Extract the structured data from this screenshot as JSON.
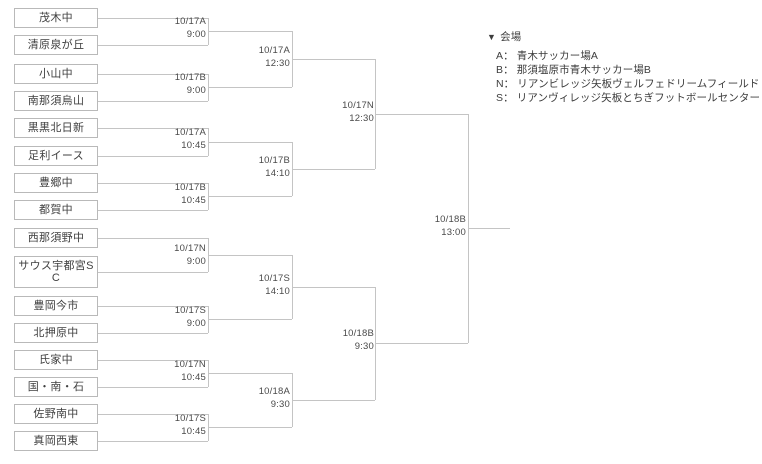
{
  "bracket": {
    "type": "single-elimination",
    "teams": [
      {
        "name": "茂木中"
      },
      {
        "name": "清原泉が丘"
      },
      {
        "name": "小山中"
      },
      {
        "name": "南那須烏山"
      },
      {
        "name": "黒黒北日新"
      },
      {
        "name": "足利イース"
      },
      {
        "name": "豊郷中"
      },
      {
        "name": "都賀中"
      },
      {
        "name": "西那須野中"
      },
      {
        "name": "サウス宇都宮SC"
      },
      {
        "name": "豊岡今市"
      },
      {
        "name": "北押原中"
      },
      {
        "name": "氏家中"
      },
      {
        "name": "国・南・石"
      },
      {
        "name": "佐野南中"
      },
      {
        "name": "真岡西東"
      }
    ],
    "round1": [
      {
        "date": "10/17A",
        "time": "9:00"
      },
      {
        "date": "10/17B",
        "time": "9:00"
      },
      {
        "date": "10/17A",
        "time": "10:45"
      },
      {
        "date": "10/17B",
        "time": "10:45"
      },
      {
        "date": "10/17N",
        "time": "9:00"
      },
      {
        "date": "10/17S",
        "time": "9:00"
      },
      {
        "date": "10/17N",
        "time": "10:45"
      },
      {
        "date": "10/17S",
        "time": "10:45"
      }
    ],
    "round2": [
      {
        "date": "10/17A",
        "time": "12:30"
      },
      {
        "date": "10/17B",
        "time": "14:10"
      },
      {
        "date": "10/17S",
        "time": "14:10"
      },
      {
        "date": "10/18A",
        "time": "9:30"
      }
    ],
    "round3": [
      {
        "date": "10/17N",
        "time": "12:30"
      },
      {
        "date": "10/18B",
        "time": "9:30"
      }
    ],
    "final": {
      "date": "10/18B",
      "time": "13:00"
    }
  },
  "legend": {
    "title": "会場",
    "marker": "▼",
    "venues": [
      {
        "key": "A：",
        "name": "青木サッカー場A"
      },
      {
        "key": "B：",
        "name": "那須塩原市青木サッカー場B"
      },
      {
        "key": "N：",
        "name": "リアンビレッジ矢板ヴェルフェドリームフィールド"
      },
      {
        "key": "S：",
        "name": "リアンヴィレッジ矢板とちぎフットボールセンター"
      }
    ]
  },
  "colors": {
    "line": "#c4c4c4",
    "box_border": "#b9b9b9",
    "text": "#3d3d3d",
    "background": "#ffffff"
  }
}
